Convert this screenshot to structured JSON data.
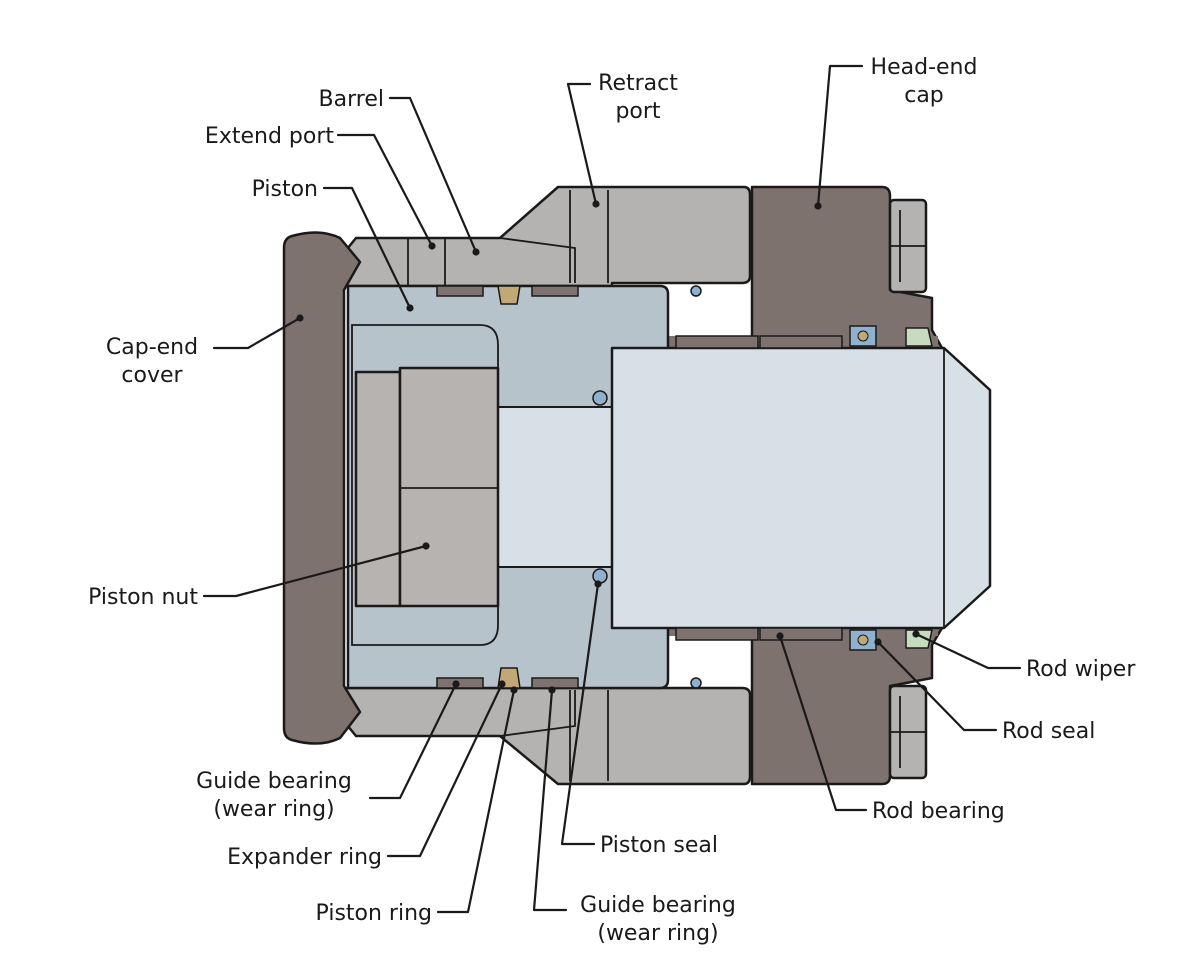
{
  "colors": {
    "cover": "#7e726e",
    "head": "#7e726e",
    "barrel": "#b5b3b1",
    "piston": "#b7c3cb",
    "piston_inner": "#c5d0d7",
    "rod": "#d7e0e6",
    "nut": "#b6b3b1",
    "seal_blue": "#8fb1ce",
    "seal_tan": "#c3a877",
    "wiper": "#c7dbbf",
    "ink": "#1a1a1a"
  },
  "labels": {
    "barrel": "Barrel",
    "extend_port": "Extend port",
    "piston": "Piston",
    "retract_port_1": "Retract",
    "retract_port_2": "port",
    "head_end_cap_1": "Head-end",
    "head_end_cap_2": "cap",
    "cap_end_cover_1": "Cap-end",
    "cap_end_cover_2": "cover",
    "piston_nut": "Piston nut",
    "rod_wiper": "Rod wiper",
    "rod_seal": "Rod seal",
    "rod_bearing": "Rod bearing",
    "guide_bearing_left_1": "Guide bearing",
    "guide_bearing_left_2": "(wear ring)",
    "expander_ring": "Expander ring",
    "piston_ring": "Piston ring",
    "piston_seal": "Piston seal",
    "guide_bearing_right_1": "Guide bearing",
    "guide_bearing_right_2": "(wear ring)"
  }
}
